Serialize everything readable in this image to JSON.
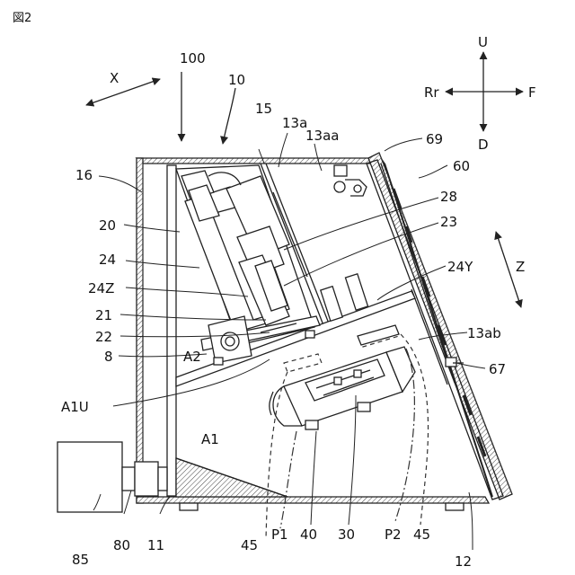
{
  "figure": {
    "title": "図2"
  },
  "directions": {
    "up": "U",
    "down": "D",
    "rear": "Rr",
    "front": "F",
    "x_axis": "X",
    "z_axis": "Z"
  },
  "labels": {
    "l100": "100",
    "l10": "10",
    "l15": "15",
    "l13a": "13a",
    "l13aa": "13aa",
    "l69": "69",
    "l60": "60",
    "l16": "16",
    "l28": "28",
    "l20": "20",
    "l23": "23",
    "l24": "24",
    "l24Y": "24Y",
    "l24Z": "24Z",
    "l21": "21",
    "l22": "22",
    "l13ab": "13ab",
    "l8": "8",
    "lA2": "A2",
    "l67": "67",
    "lA1U": "A1U",
    "lA1": "A1",
    "l85": "85",
    "l80": "80",
    "l11": "11",
    "l45a": "45",
    "lP1": "P1",
    "l40": "40",
    "l30": "30",
    "lP2": "P2",
    "l45b": "45",
    "l12": "12"
  }
}
